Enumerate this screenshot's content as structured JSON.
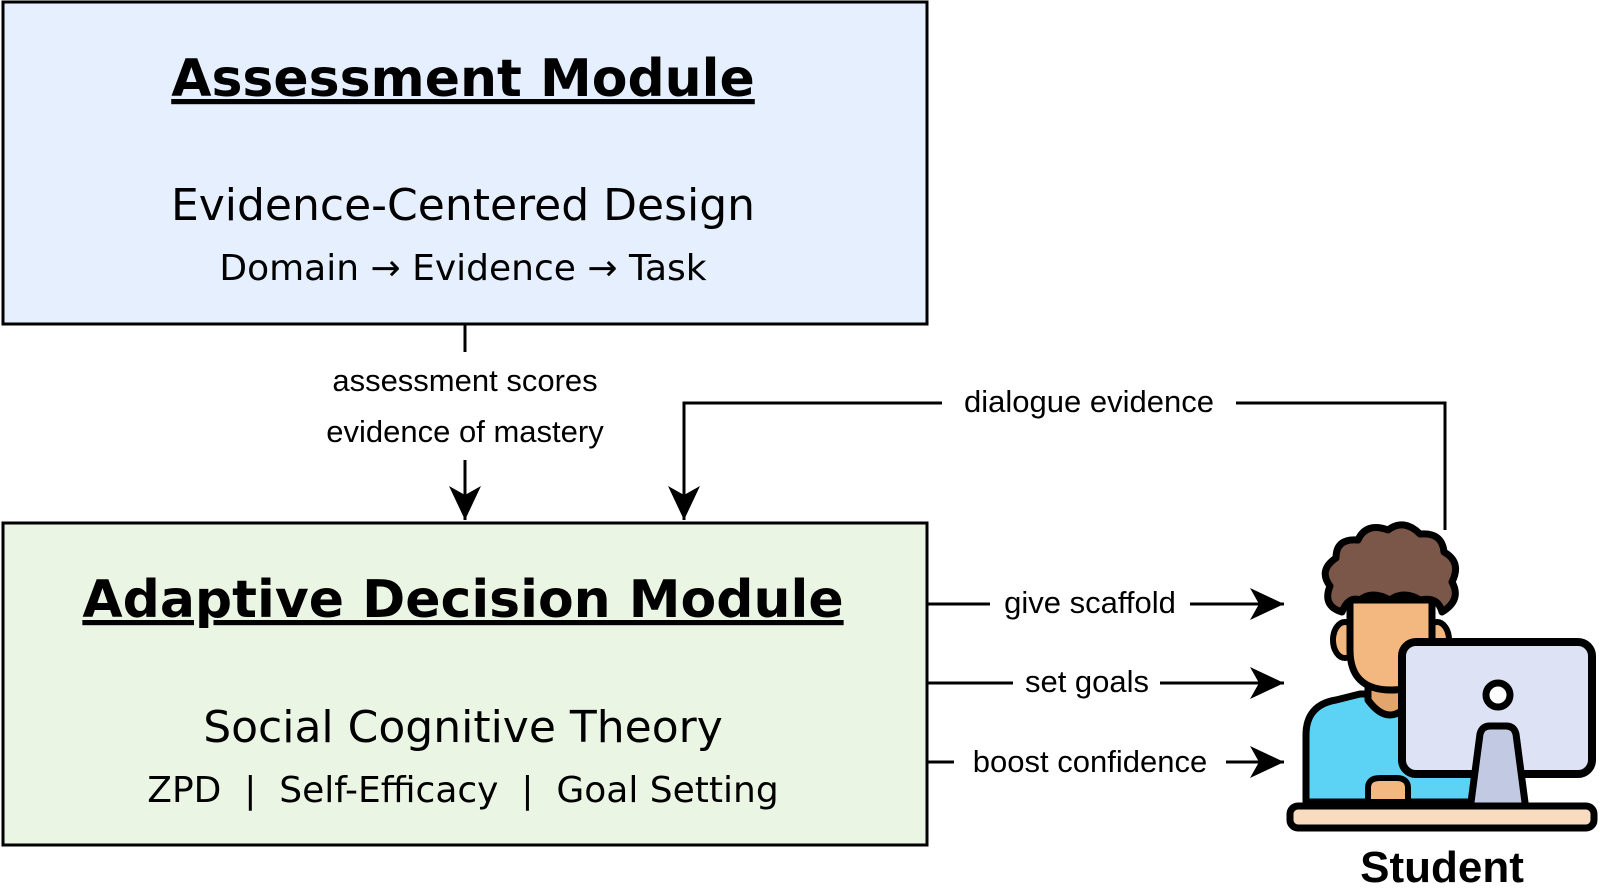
{
  "assessment_module": {
    "title": "Assessment Module",
    "heading": "Evidence-Centered Design",
    "subtitle": "Domain → Evidence → Task",
    "fill": "#e6effd",
    "stroke": "#000000"
  },
  "adaptive_module": {
    "title": "Adaptive Decision Module",
    "heading": "Social Cognitive Theory",
    "subtitle": "ZPD  |  Self-Efficacy  |  Goal Setting",
    "fill": "#ebf5e4",
    "stroke": "#000000"
  },
  "edges": {
    "assessment_scores": "assessment scores",
    "evidence_of_mastery": "evidence of mastery",
    "dialogue_evidence": "dialogue evidence",
    "give_scaffold": "give scaffold",
    "set_goals": "set goals",
    "boost_confidence": "boost confidence"
  },
  "student": {
    "label": "Student",
    "icon": "student-at-computer-icon",
    "colors": {
      "hair": "#7a5748",
      "skin": "#f2b880",
      "skin_shade": "#e2a56c",
      "shirt": "#5cd3f5",
      "monitor_frame": "#dde3f4",
      "monitor_stand": "#c2c9e2",
      "desk": "#f9dcc0"
    }
  }
}
